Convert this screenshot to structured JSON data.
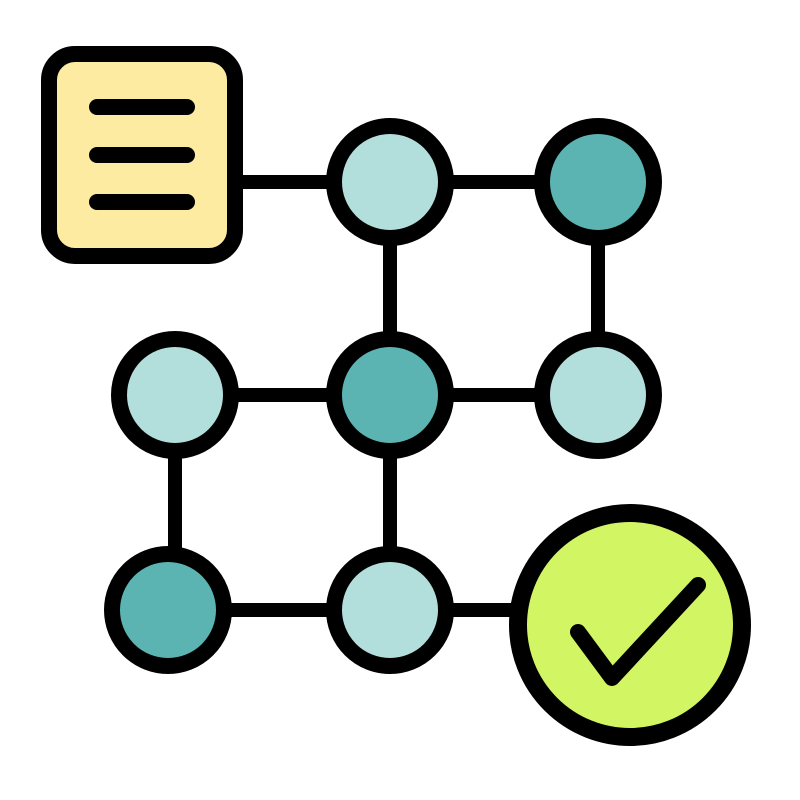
{
  "icon": {
    "name": "workflow-network-check-icon",
    "colors": {
      "outline": "#000000",
      "background": "#ffffff",
      "document_fill": "#FCEBA1",
      "node_light": "#B2DEDC",
      "node_dark": "#5BB3B2",
      "check_fill": "#D2F563"
    },
    "document": {
      "icon": "document-lines-icon",
      "lines": 3
    },
    "nodes": [
      {
        "id": "n1",
        "shade": "light"
      },
      {
        "id": "n2",
        "shade": "dark"
      },
      {
        "id": "n3",
        "shade": "light"
      },
      {
        "id": "n4",
        "shade": "dark"
      },
      {
        "id": "n5",
        "shade": "light"
      },
      {
        "id": "n6",
        "shade": "dark"
      },
      {
        "id": "n7",
        "shade": "light"
      }
    ],
    "status": {
      "icon": "checkmark-icon",
      "state": "complete"
    }
  }
}
